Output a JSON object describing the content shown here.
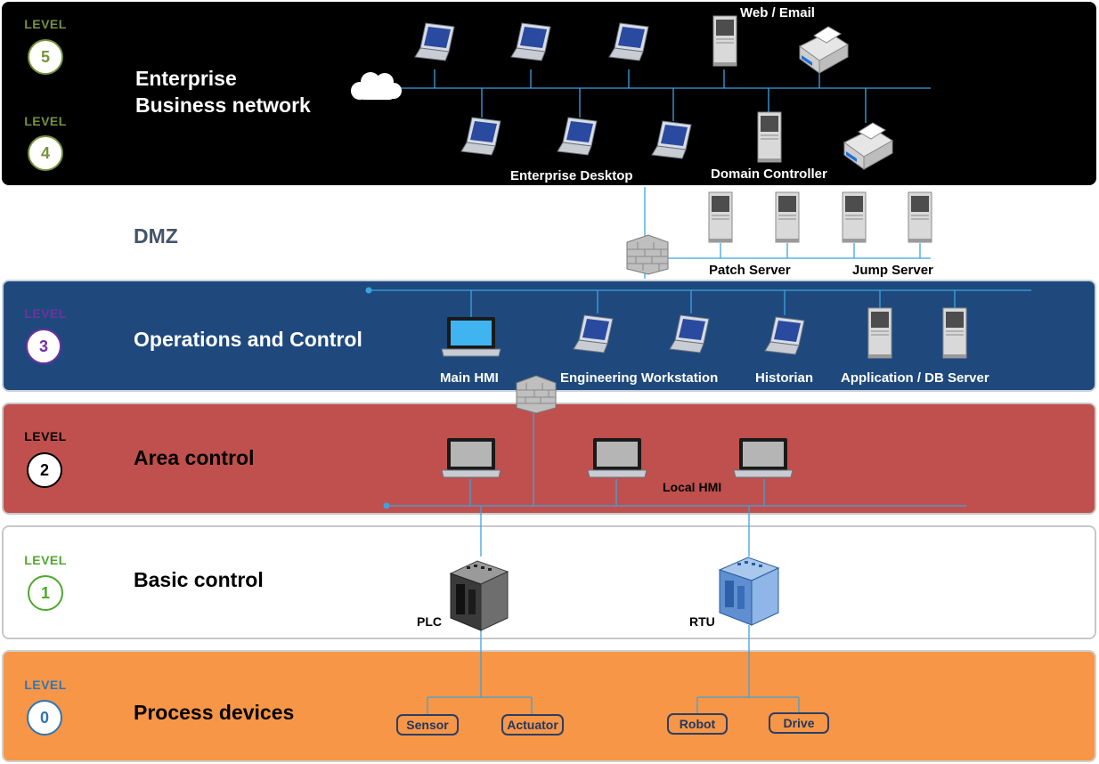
{
  "levels": [
    {
      "label": "LEVEL",
      "number": "5",
      "label_color": "#76923c",
      "ring_color": "#76923c"
    },
    {
      "label": "LEVEL",
      "number": "4",
      "label_color": "#76923c",
      "ring_color": "#76923c"
    },
    {
      "label": "LEVEL",
      "number": "3",
      "label_color": "#7030a0",
      "ring_color": "#7030a0"
    },
    {
      "label": "LEVEL",
      "number": "2",
      "label_color": "#000000",
      "ring_color": "#000000"
    },
    {
      "label": "LEVEL",
      "number": "1",
      "label_color": "#4ea72e",
      "ring_color": "#4ea72e"
    },
    {
      "label": "LEVEL",
      "number": "0",
      "label_color": "#2e75b6",
      "ring_color": "#2e75b6"
    }
  ],
  "zones": {
    "enterprise_line1": "Enterprise",
    "enterprise_line2": "Business network",
    "dmz": "DMZ",
    "operations": "Operations and Control",
    "area": "Area control",
    "basic": "Basic control",
    "process": "Process devices"
  },
  "labels": {
    "web_email": "Web / Email",
    "enterprise_desktop": "Enterprise Desktop",
    "domain_controller": "Domain Controller",
    "patch_server": "Patch Server",
    "jump_server": "Jump Server",
    "main_hmi": "Main HMI",
    "engineering_workstation": "Engineering Workstation",
    "historian": "Historian",
    "app_db_server": "Application / DB Server",
    "local_hmi": "Local HMI",
    "plc": "PLC",
    "rtu": "RTU"
  },
  "process_devices": [
    "Sensor",
    "Actuator",
    "Robot",
    "Drive"
  ],
  "colors": {
    "enterprise_bg": "#000000",
    "operations_bg": "#1f497d",
    "area_bg": "#c0504d",
    "process_bg": "#f79646",
    "network_line": "#3ba3e0",
    "dmz_text": "#44546a"
  }
}
